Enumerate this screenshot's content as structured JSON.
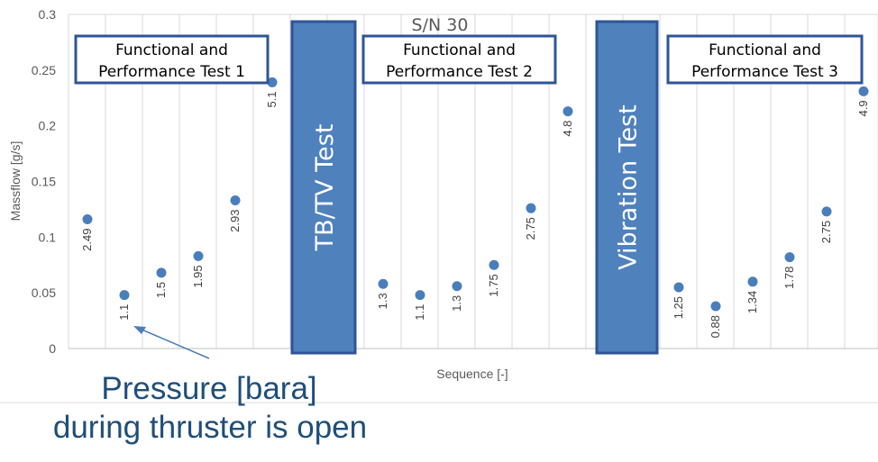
{
  "chart_data": {
    "type": "scatter",
    "title": "S/N 30",
    "xlabel": "Sequence [-]",
    "ylabel": "Massflow [g/s]",
    "ylim": [
      0,
      0.3
    ],
    "yticks": [
      "0",
      "0.05",
      "0.1",
      "0.15",
      "0.2",
      "0.25",
      "0.3"
    ],
    "grid": "vertical",
    "colors": {
      "marker": "#4a7ebb",
      "bar_fill": "#4f81bd",
      "bar_border": "#2f5597",
      "box_border": "#2f5597",
      "annotation": "#1f4e79"
    },
    "groups": [
      {
        "label_line1": "Functional and",
        "label_line2": "Performance Test 1",
        "points": [
          {
            "y": 0.116,
            "label": "2.49"
          },
          {
            "y": 0.048,
            "label": "1.1"
          },
          {
            "y": 0.068,
            "label": "1.5"
          },
          {
            "y": 0.083,
            "label": "1.95"
          },
          {
            "y": 0.133,
            "label": "2.93"
          },
          {
            "y": 0.239,
            "label": "5.1"
          }
        ]
      },
      {
        "label_line1": "Functional and",
        "label_line2": "Performance Test 2",
        "points": [
          {
            "y": 0.058,
            "label": "1.3"
          },
          {
            "y": 0.048,
            "label": "1.1"
          },
          {
            "y": 0.056,
            "label": "1.3"
          },
          {
            "y": 0.075,
            "label": "1.75"
          },
          {
            "y": 0.126,
            "label": "2.75"
          },
          {
            "y": 0.213,
            "label": "4.8"
          }
        ]
      },
      {
        "label_line1": "Functional and",
        "label_line2": "Performance Test 3",
        "points": [
          {
            "y": 0.055,
            "label": "1.25"
          },
          {
            "y": 0.038,
            "label": "0.88"
          },
          {
            "y": 0.06,
            "label": "1.34"
          },
          {
            "y": 0.082,
            "label": "1.78"
          },
          {
            "y": 0.123,
            "label": "2.75"
          },
          {
            "y": 0.231,
            "label": "4.9"
          }
        ]
      }
    ],
    "test_bars": [
      "TB/TV Test",
      "Vibration Test"
    ],
    "annotation": {
      "line1": "Pressure [bara]",
      "line2": "during thruster is open"
    }
  }
}
